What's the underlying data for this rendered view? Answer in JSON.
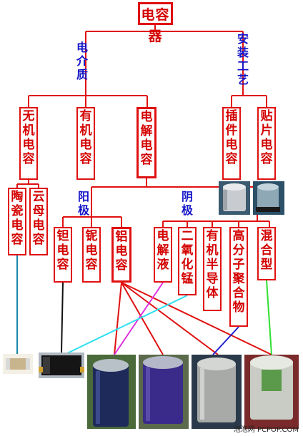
{
  "root": "电容器",
  "branches": {
    "dielectric": "电介质",
    "mounting": "安装工艺",
    "anode": "阳极",
    "cathode": "阴极"
  },
  "dielectric_types": [
    "无机电容",
    "有机电容",
    "电解电容"
  ],
  "mounting_types": [
    "插件电容",
    "贴片电容"
  ],
  "inorganic_types": [
    "陶瓷电容",
    "云母电容"
  ],
  "anode_types": [
    "钽电容",
    "铌电容",
    "铝电容"
  ],
  "cathode_types": [
    "电解液",
    "二氧化锰",
    "有机半导体",
    "高分子聚合物",
    "混合型"
  ],
  "watermark": "泡泡网 PCPOP.COM",
  "colors": {
    "box_border": "#e01010",
    "box_text": "#d40000",
    "category_text": "#1515c8",
    "line_red": "#e01010",
    "line_teal": "#1a8aa8",
    "line_black": "#111111",
    "line_magenta": "#e030e0",
    "line_cyan": "#30e0f0",
    "line_blue": "#2020d0",
    "line_green": "#30e030"
  }
}
